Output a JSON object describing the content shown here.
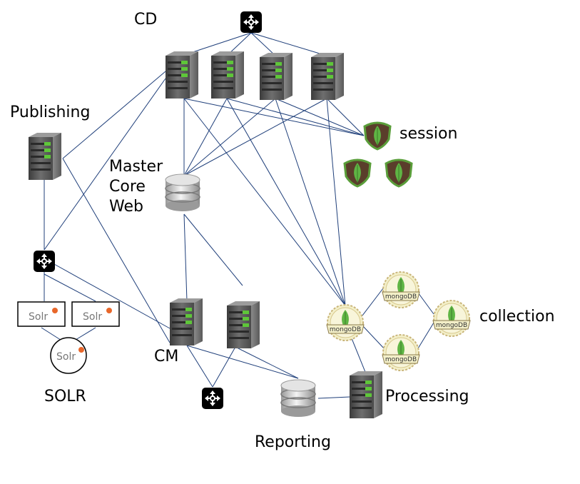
{
  "labels": {
    "cd": "CD",
    "publishing": "Publishing",
    "master_core_web": "Master\nCore\nWeb",
    "session": "session",
    "collection": "collection",
    "solr": "SOLR",
    "cm": "CM",
    "processing": "Processing",
    "reporting": "Reporting"
  },
  "icons": {
    "server": "server-icon",
    "database": "database-icon",
    "load_balancer": "load-balancer-icon",
    "mongodb_leaf": "mongodb-leaf-icon",
    "mongodb_badge": "mongodb-badge-icon",
    "solr": "solr-icon"
  },
  "badges": {
    "mongodb_text": "mongoDB",
    "solr_text": "Solr"
  },
  "colors": {
    "line": "#1f3f7a",
    "server_dark": "#4a4a4a",
    "server_light": "#7a7a7a",
    "server_led": "#5ec639",
    "mongo_green": "#5a9e3a",
    "mongo_brown": "#5a3e2b",
    "badge_bg": "#f3efc8",
    "solr_orange": "#e8672a"
  }
}
